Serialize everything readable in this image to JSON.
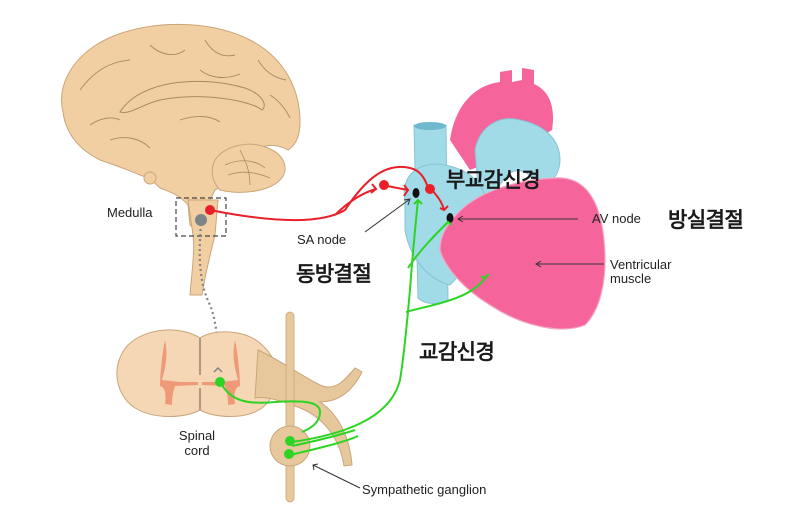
{
  "diagram": {
    "title": "Autonomic innervation of the heart",
    "labels": {
      "medulla": "Medulla",
      "sa_node": "SA node",
      "av_node": "AV node",
      "ventricular_muscle_line1": "Ventricular",
      "ventricular_muscle_line2": "muscle",
      "spinal_cord_line1": "Spinal",
      "spinal_cord_line2": "cord",
      "sympathetic_ganglion": "Sympathetic ganglion"
    },
    "korean_labels": {
      "parasympathetic_nerve": "부교감신경",
      "sa_node": "동방결절",
      "av_node": "방실결절",
      "sympathetic_nerve": "교감신경"
    },
    "colors": {
      "brain_tissue": "#f2cfa2",
      "parasympathetic": "#e8202a",
      "sympathetic": "#2ed424",
      "heart_pink": "#f6649c",
      "heart_blue": "#a2dbe8",
      "gray_matter": "#ee9a78",
      "node_black": "#111111"
    }
  }
}
